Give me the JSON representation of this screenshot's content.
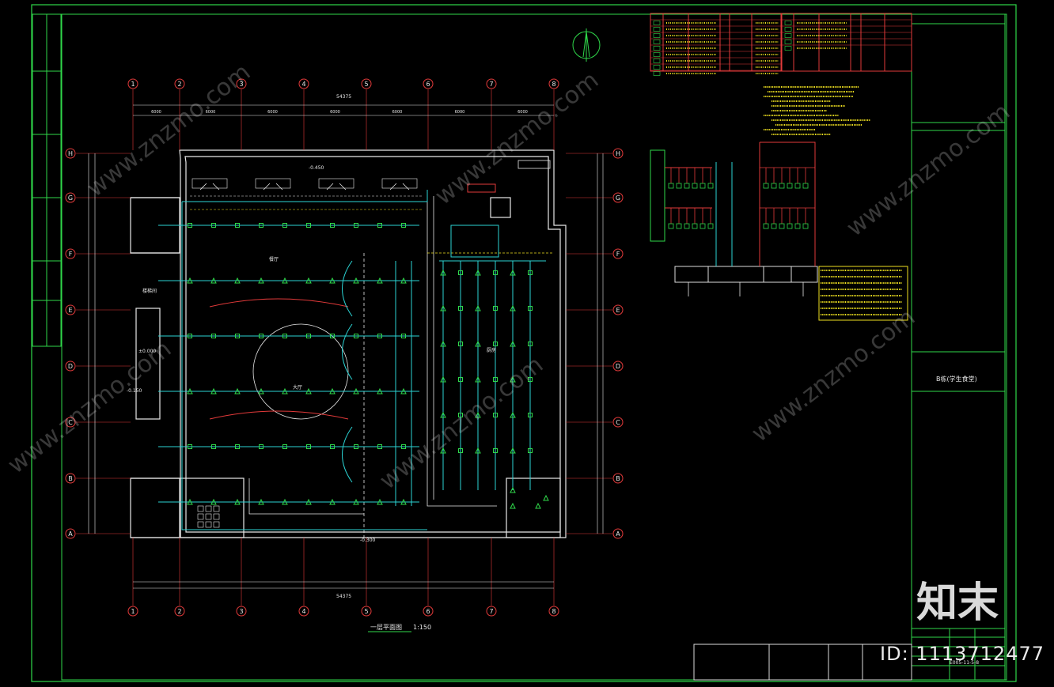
{
  "drawing": {
    "plan_title": "一层平面图",
    "scale": "1:150",
    "project_name": "B栋(学生食堂)",
    "drawing_no": "E005-11-5-8",
    "dining_area": "餐厅",
    "main_hall": "大厅",
    "kitchen": "厨房",
    "stair": "楼梯间"
  },
  "grid": {
    "columns": [
      "1",
      "2",
      "3",
      "4",
      "5",
      "6",
      "7",
      "8"
    ],
    "rows": [
      "H",
      "G",
      "F",
      "E",
      "D",
      "C",
      "B",
      "A"
    ],
    "spans_top": [
      "6000",
      "6000",
      "6000",
      "6000",
      "6000",
      "6000",
      "6000"
    ],
    "total_width": "54375"
  },
  "elevations": [
    "-0.150",
    "±0.000",
    "-0.300",
    "-0.450"
  ],
  "legend_rows": 9,
  "watermarks": {
    "site": "www.znzmo.com",
    "brand": "知末",
    "id_text": "ID: 1113712477"
  },
  "colors": {
    "frame": "#2fd84a",
    "wall": "#e8e8e8",
    "fixture": "#2fd84a",
    "wiring_cyan": "#2bd4d4",
    "wiring_red": "#e23a3a",
    "legend_border": "#e23a3a",
    "note_yellow": "#f0e020",
    "axis_red": "#e23a3a"
  }
}
